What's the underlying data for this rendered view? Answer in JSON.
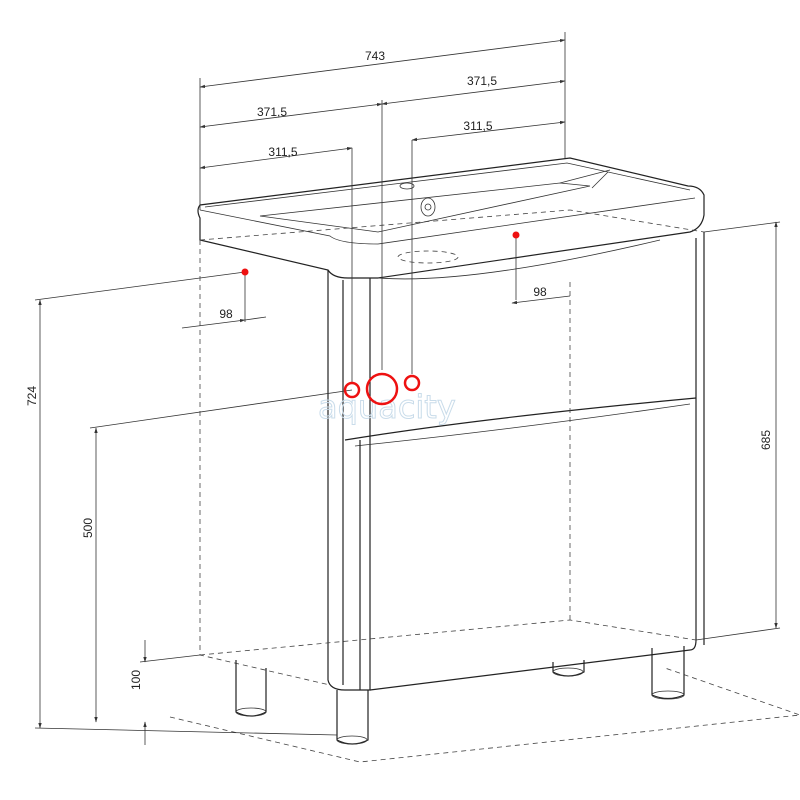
{
  "dimensions": {
    "total_width": "743",
    "half_width_left": "371,5",
    "half_width_right": "371,5",
    "offset_left": "311,5",
    "offset_right": "311,5",
    "side_offset_left": "98",
    "side_offset_right": "98",
    "total_height": "724",
    "cabinet_height": "685",
    "outlet_height": "500",
    "leg_height": "100"
  },
  "watermark": "aquacity",
  "colors": {
    "marker": "#e11111",
    "line": "#222222"
  }
}
